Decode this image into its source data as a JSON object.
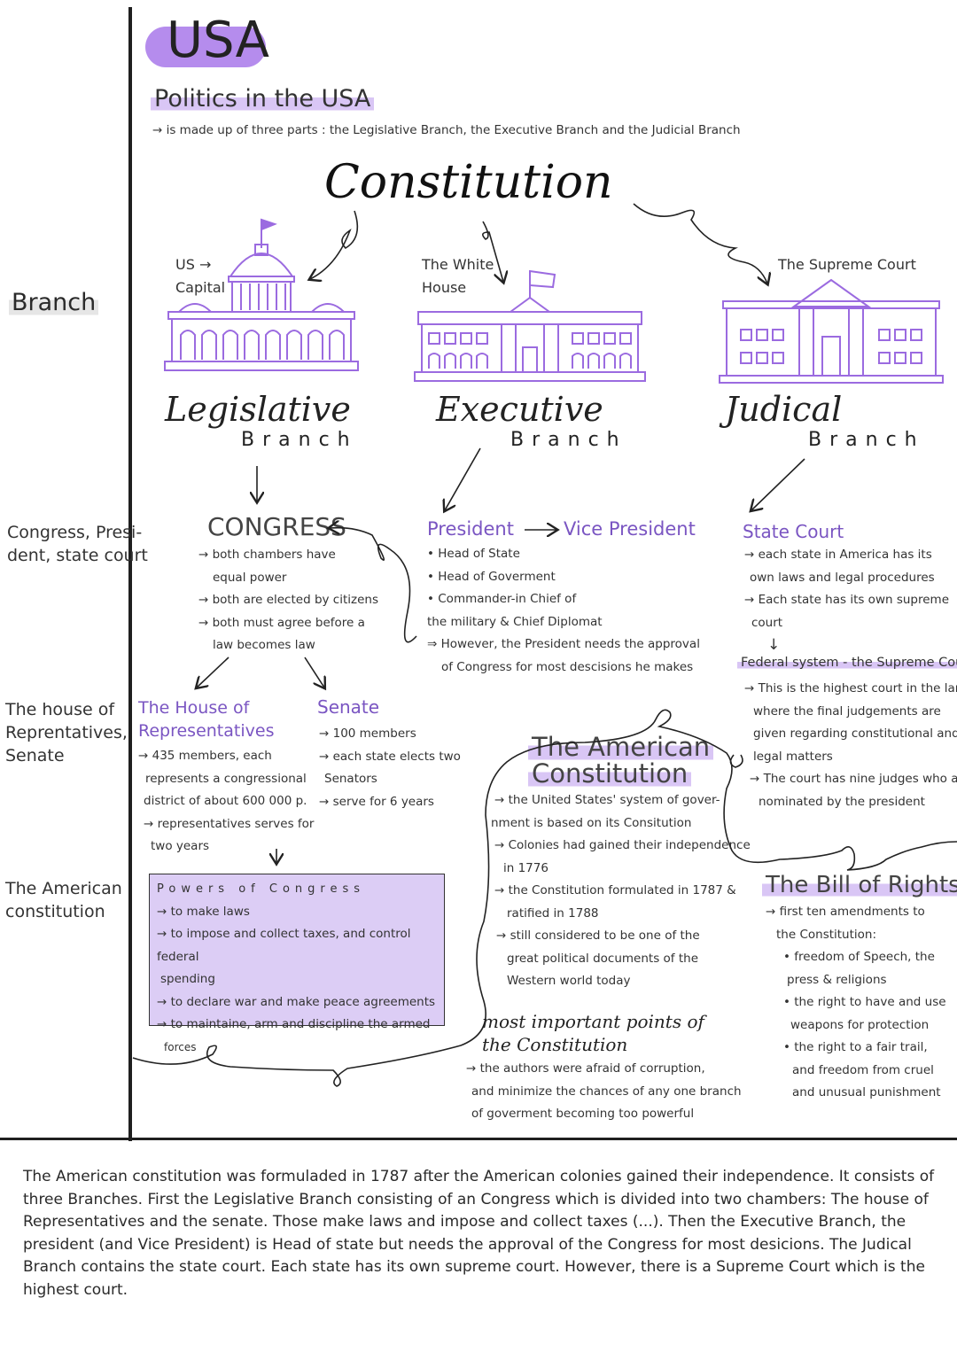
{
  "header": {
    "title": "USA",
    "subtitle": "Politics in the USA",
    "intro": "→ is made up of three parts : the Legislative Branch, the Executive Branch and the Judicial Branch",
    "constitution": "Constitution"
  },
  "sidebar": {
    "branch": "Branch",
    "congress": [
      "Congress, Presi-",
      "dent, state court"
    ],
    "house": [
      "The house of",
      "Reprentatives,",
      "Senate"
    ],
    "american": [
      "The American",
      "constitution"
    ]
  },
  "buildings": {
    "capitol_label": [
      "US →",
      "Capital"
    ],
    "whitehouse_label": [
      "The White",
      "House"
    ],
    "court_label": "The Supreme Court"
  },
  "branches": {
    "legislative": {
      "script": "Legislative",
      "word": "Branch"
    },
    "executive": {
      "script": "Executive",
      "word": "Branch"
    },
    "judicial": {
      "script": "Judical",
      "word": "Branch"
    }
  },
  "congress": {
    "title": "CONGRESS",
    "lines": [
      "→ both chambers have",
      "equal power",
      "→ both are elected by citizens",
      "→ both must agree before a",
      "law becomes law"
    ]
  },
  "president": {
    "title": "President",
    "vice": "Vice President",
    "lines": [
      "• Head of State",
      "• Head of Goverment",
      "• Commander-in Chief of",
      "the military & Chief Diplomat",
      "⇒ However, the President needs the approval",
      "of Congress for most descisions he makes"
    ]
  },
  "state_court": {
    "title": "State Court",
    "lines": [
      "→ each state in America has its",
      "own laws and legal procedures",
      "→ Each state has its own supreme",
      "court"
    ],
    "arrow": "↓",
    "federal_title": "Federal system - the Supreme Court",
    "federal_lines": [
      "→ This is the highest court in the land,",
      "where the final judgements are",
      "given regarding constitutional and",
      "legal matters",
      "→ The court has nine judges who are",
      "nominated by the president"
    ]
  },
  "house": {
    "title": [
      "The House of",
      "Representatives"
    ],
    "lines": [
      "→ 435 members, each",
      "represents a congressional",
      "district of about 600 000 p.",
      "→ representatives serves for",
      "two years"
    ]
  },
  "senate": {
    "title": "Senate",
    "lines": [
      "→ 100 members",
      "→ each state elects two",
      "Senators",
      "→ serve for 6 years"
    ]
  },
  "powers": {
    "title": "Powers of Congress",
    "lines": [
      "→ to make laws",
      "→ to impose and collect taxes, and control federal",
      "spending",
      "→ to declare war and make peace agreements",
      "→ to maintaine, arm and discipline the armed",
      "forces"
    ]
  },
  "american_constitution": {
    "title": [
      "The American",
      "Constitution"
    ],
    "lines": [
      "→ the United States' system of gover-",
      "nment is based on its Consitution",
      "→ Colonies had gained their independence",
      "in 1776",
      "→ the Constitution formulated in 1787 &",
      "ratified in 1788",
      "→ still considered to be one of the",
      "great political documents of the",
      "Western world today"
    ]
  },
  "important": {
    "title": [
      "most important points of",
      "the Constitution"
    ],
    "lines": [
      "→ the authors were afraid of corruption,",
      "and minimize the chances of any one branch",
      "of goverment becoming too powerful"
    ]
  },
  "bill": {
    "title": "The Bill of Rights",
    "lines": [
      "→ first ten amendments to",
      "the Constitution:",
      "• freedom of Speech, the",
      "press & religions",
      "• the right to have and use",
      "weapons for protection",
      "• the right to a fair trail,",
      "and freedom from cruel",
      "and unusual punishment"
    ]
  },
  "summary": "The American constitution was formuladed in 1787 after the American colonies gained their independence. It consists of three Branches. First the Legislative Branch consisting of an Congress which is divided into two chambers: The house of Representatives and the senate. Those make laws and impose and collect taxes (...). Then the Executive Branch, the president (and Vice President) is Head of state but needs the approval of the Congress for most desicions. The Judical Branch contains the state court. Each state has its own supreme court. However, there is a Supreme Court which is the highest court.",
  "colors": {
    "accent": "#9b6be0",
    "highlight": "#d9c6f5",
    "box": "#dccdf5"
  }
}
